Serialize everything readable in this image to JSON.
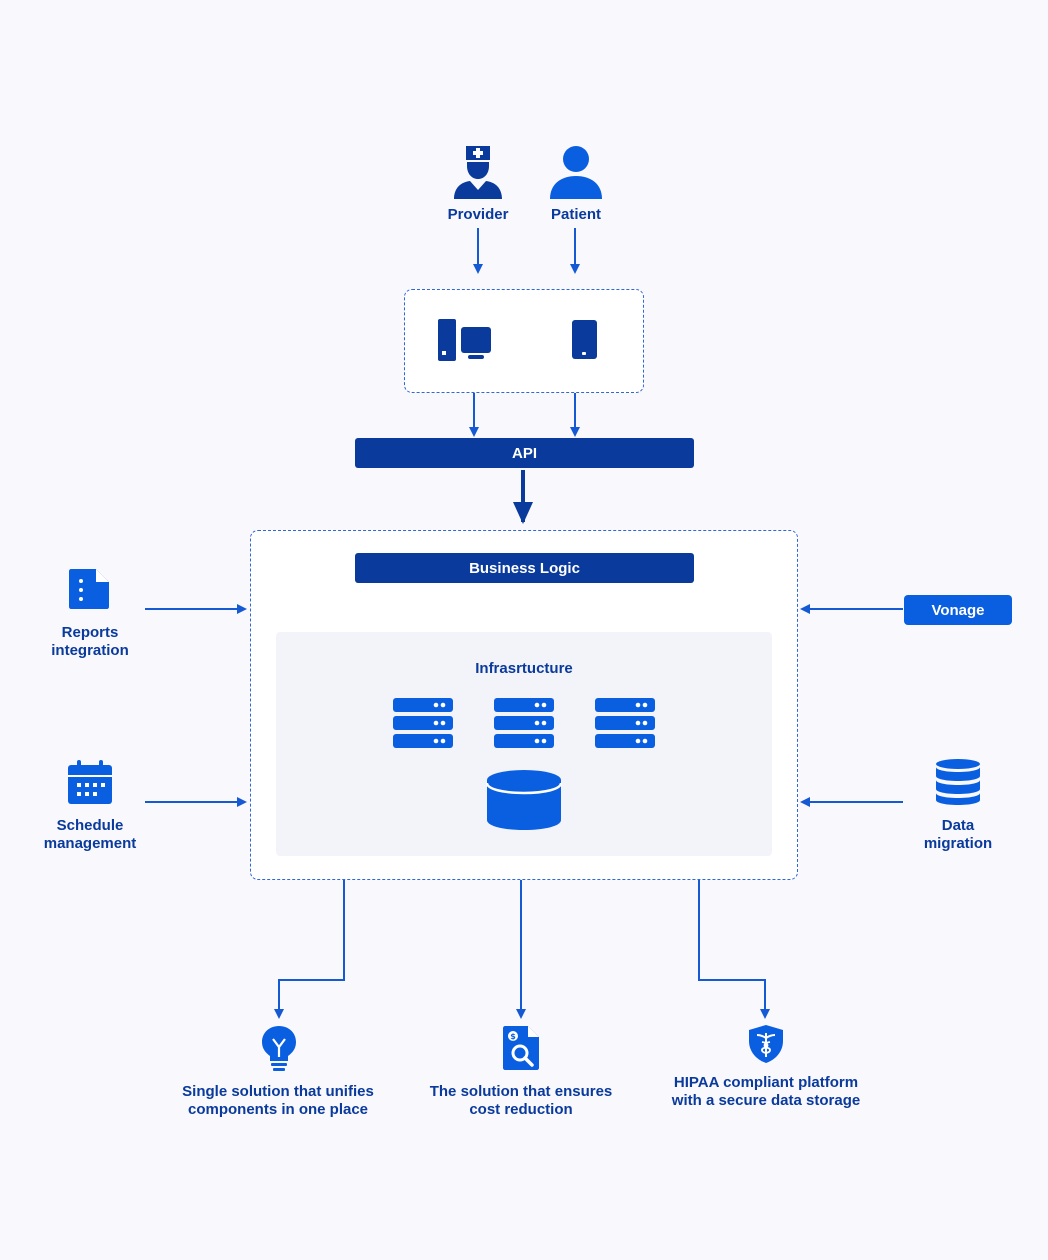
{
  "actors": {
    "provider": "Provider",
    "patient": "Patient"
  },
  "api": {
    "label": "API"
  },
  "core": {
    "business_logic": "Business Logic",
    "infrastructure_title": "Infrasrtucture"
  },
  "left_inputs": [
    {
      "line1": "Reports",
      "line2": "integration",
      "icon": "document-icon"
    },
    {
      "line1": "Schedule",
      "line2": "management",
      "icon": "calendar-icon"
    }
  ],
  "right_inputs": {
    "vonage": "Vonage",
    "data_migration_line1": "Data",
    "data_migration_line2": "migration"
  },
  "outcomes": [
    {
      "line1": "Single solution that unifies",
      "line2": "components in one place",
      "icon": "lightbulb-icon"
    },
    {
      "line1": "The solution that ensures",
      "line2": "cost reduction",
      "icon": "cost-search-icon"
    },
    {
      "line1": "HIPAA compliant platform",
      "line2": "with a secure data storage",
      "icon": "medical-shield-icon"
    }
  ],
  "colors": {
    "dark_blue": "#0a3a9b",
    "bright_blue": "#0a5fe0",
    "background": "#f8f8fd"
  }
}
